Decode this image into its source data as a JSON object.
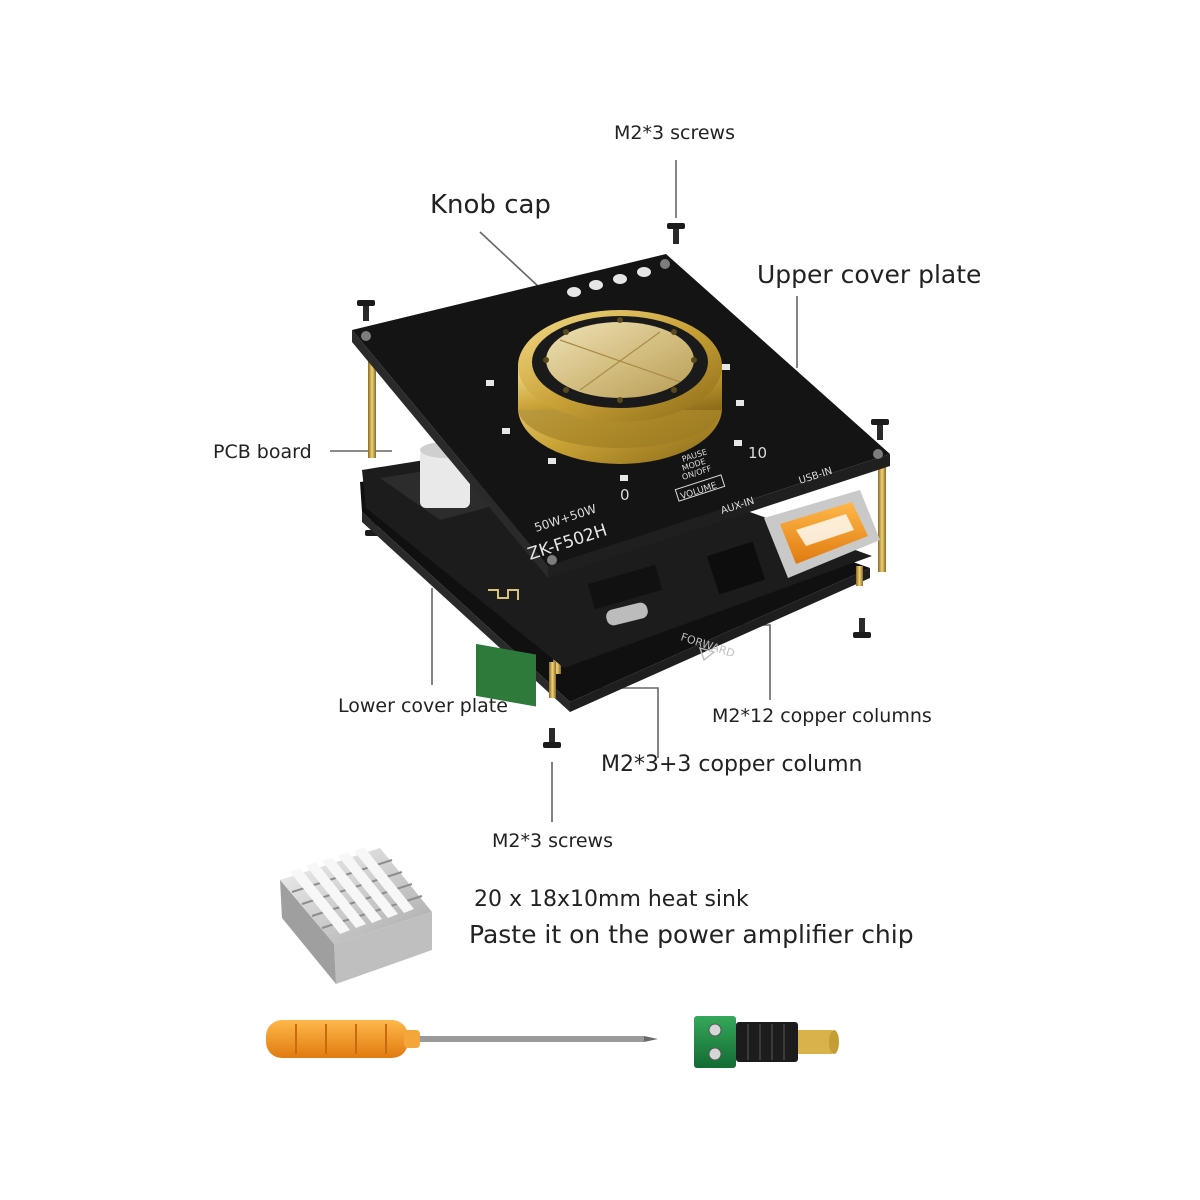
{
  "labels": {
    "top_screws": "M2*3 screws",
    "knob_cap": "Knob cap",
    "upper_cover_plate": "Upper cover plate",
    "pcb_board": "PCB board",
    "lower_cover_plate": "Lower cover plate",
    "copper_columns_12": "M2*12 copper columns",
    "copper_column_3_3": "M2*3+3 copper column",
    "bottom_screws": "M2*3 screws",
    "heat_sink_size": "20 x 18x10mm heat sink",
    "heat_sink_note": "Paste it on the power amplifier chip"
  },
  "board_print": {
    "model": "ZK-F502H",
    "power": "50W+50W",
    "volume": "VOLUME",
    "pause": "PAUSE",
    "mode": "MODE",
    "onoff": "ON/OFF",
    "scale_min": "0",
    "scale_max": "10",
    "aux_in": "AUX-IN",
    "usb_in": "USB-IN",
    "forward": "FORWARD"
  },
  "colors": {
    "board_black": "#141414",
    "knob_gold": "#c9a236",
    "copper": "#c8a24a",
    "usb_orange": "#e8731a",
    "screwdriver_orange": "#f0981d"
  }
}
